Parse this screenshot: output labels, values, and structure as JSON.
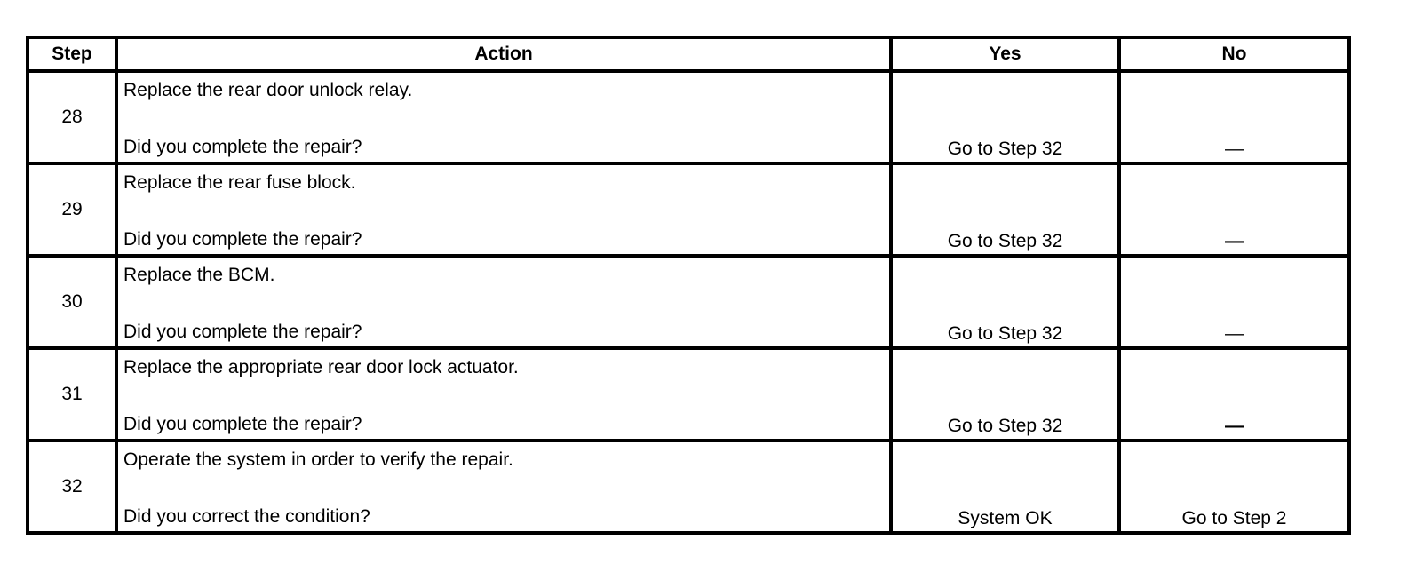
{
  "table": {
    "headers": {
      "step": "Step",
      "action": "Action",
      "yes": "Yes",
      "no": "No"
    },
    "rows": [
      {
        "step": "28",
        "instruction": "Replace the rear door unlock relay.",
        "question": "Did you complete the repair?",
        "yes": "Go to Step 32",
        "no": "—"
      },
      {
        "step": "29",
        "instruction": "Replace the rear fuse block.",
        "question": "Did you complete the repair?",
        "yes": "Go to Step 32",
        "no": "—"
      },
      {
        "step": "30",
        "instruction": "Replace the BCM.",
        "question": "Did you complete the repair?",
        "yes": "Go to Step 32",
        "no": "—"
      },
      {
        "step": "31",
        "instruction": "Replace the appropriate rear door lock actuator.",
        "question": "Did you complete the repair?",
        "yes": "Go to Step 32",
        "no": "—"
      },
      {
        "step": "32",
        "instruction": "Operate the system in order to verify the repair.",
        "question": "Did you correct the condition?",
        "yes": "System OK",
        "no": "Go to Step 2"
      }
    ]
  }
}
